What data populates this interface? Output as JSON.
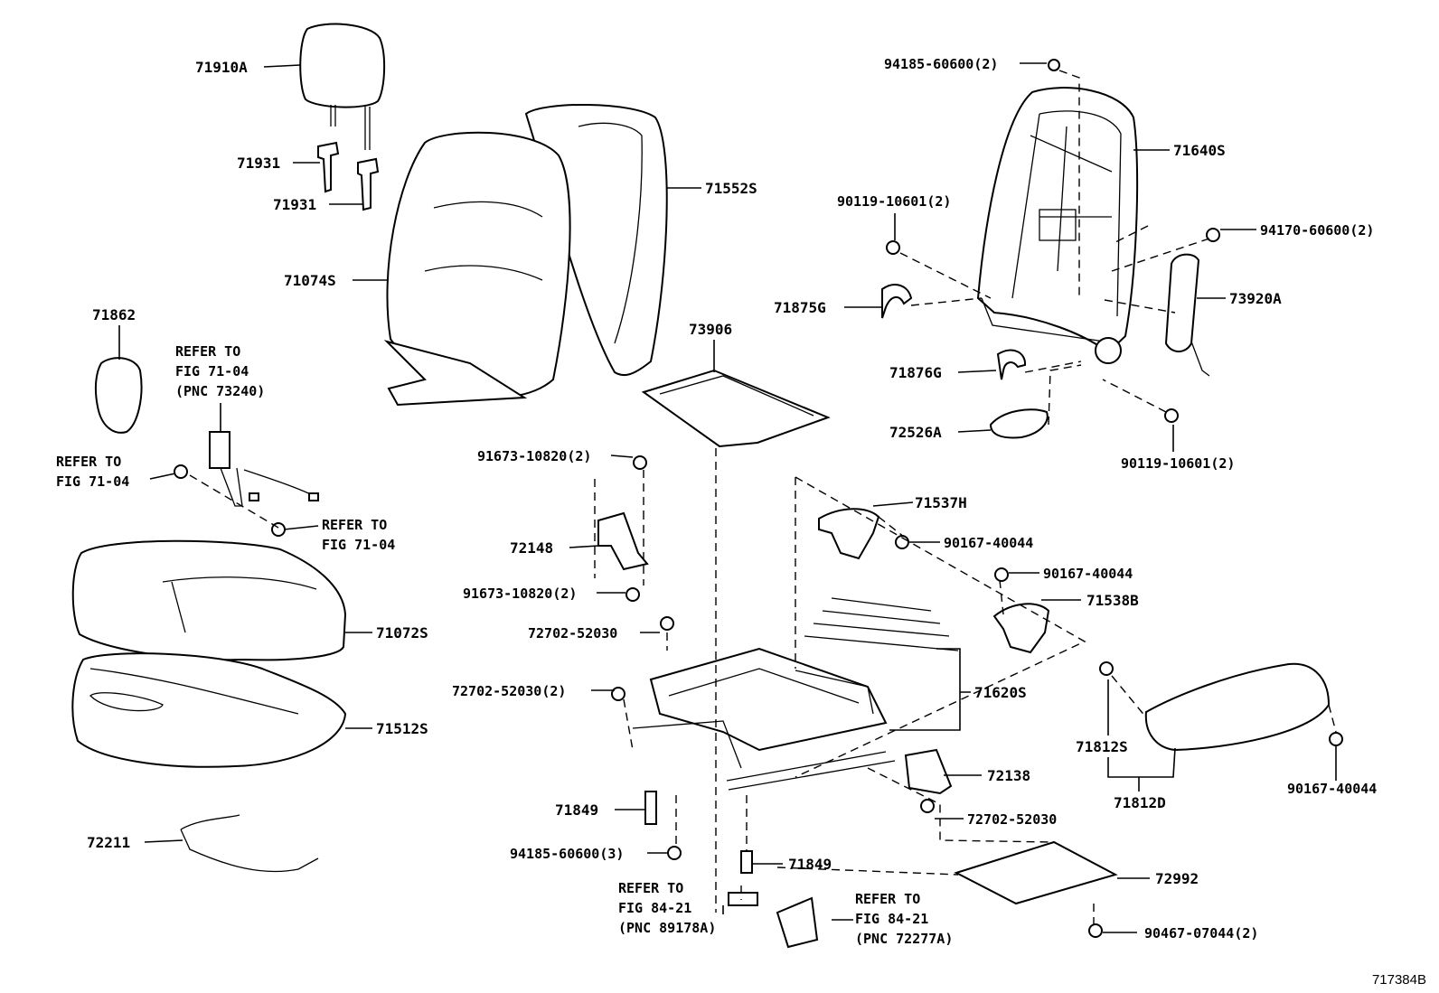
{
  "drawing_id": "717384B",
  "callouts": {
    "c71910A": "71910A",
    "c71931a": "71931",
    "c71931b": "71931",
    "c71552S": "71552S",
    "c71074S": "71074S",
    "c71862": "71862",
    "c94185top": "94185-60600(2)",
    "c71640S": "71640S",
    "c90119a": "90119-10601(2)",
    "c94170": "94170-60600(2)",
    "c71875G": "71875G",
    "c73920A": "73920A",
    "c73906": "73906",
    "c71876G": "71876G",
    "c72526A": "72526A",
    "c90119b": "90119-10601(2)",
    "c91673a": "91673-10820(2)",
    "c72148": "72148",
    "c91673b": "91673-10820(2)",
    "c71537H": "71537H",
    "c90167a": "90167-40044",
    "c90167b": "90167-40044",
    "c71538B": "71538B",
    "c72702a": "72702-52030",
    "c71072S": "71072S",
    "c72702b": "72702-52030(2)",
    "c71620S": "71620S",
    "c71512S": "71512S",
    "c71812S": "71812S",
    "c72138": "72138",
    "c71812D": "71812D",
    "c90167c": "90167-40044",
    "c71849a": "71849",
    "c72702c": "72702-52030",
    "c72211": "72211",
    "c94185b": "94185-60600(3)",
    "c71849b": "71849",
    "c72992": "72992",
    "c90467": "90467-07044(2)"
  },
  "references": {
    "r1": [
      "REFER TO",
      "FIG 71-04",
      "(PNC 73240)"
    ],
    "r2": [
      "REFER TO",
      "FIG 71-04"
    ],
    "r3": [
      "REFER TO",
      "FIG 71-04"
    ],
    "r4": [
      "REFER TO",
      "FIG 84-21",
      "(PNC 89178A)"
    ],
    "r5": [
      "REFER TO",
      "FIG 84-21",
      "(PNC 72277A)"
    ]
  }
}
